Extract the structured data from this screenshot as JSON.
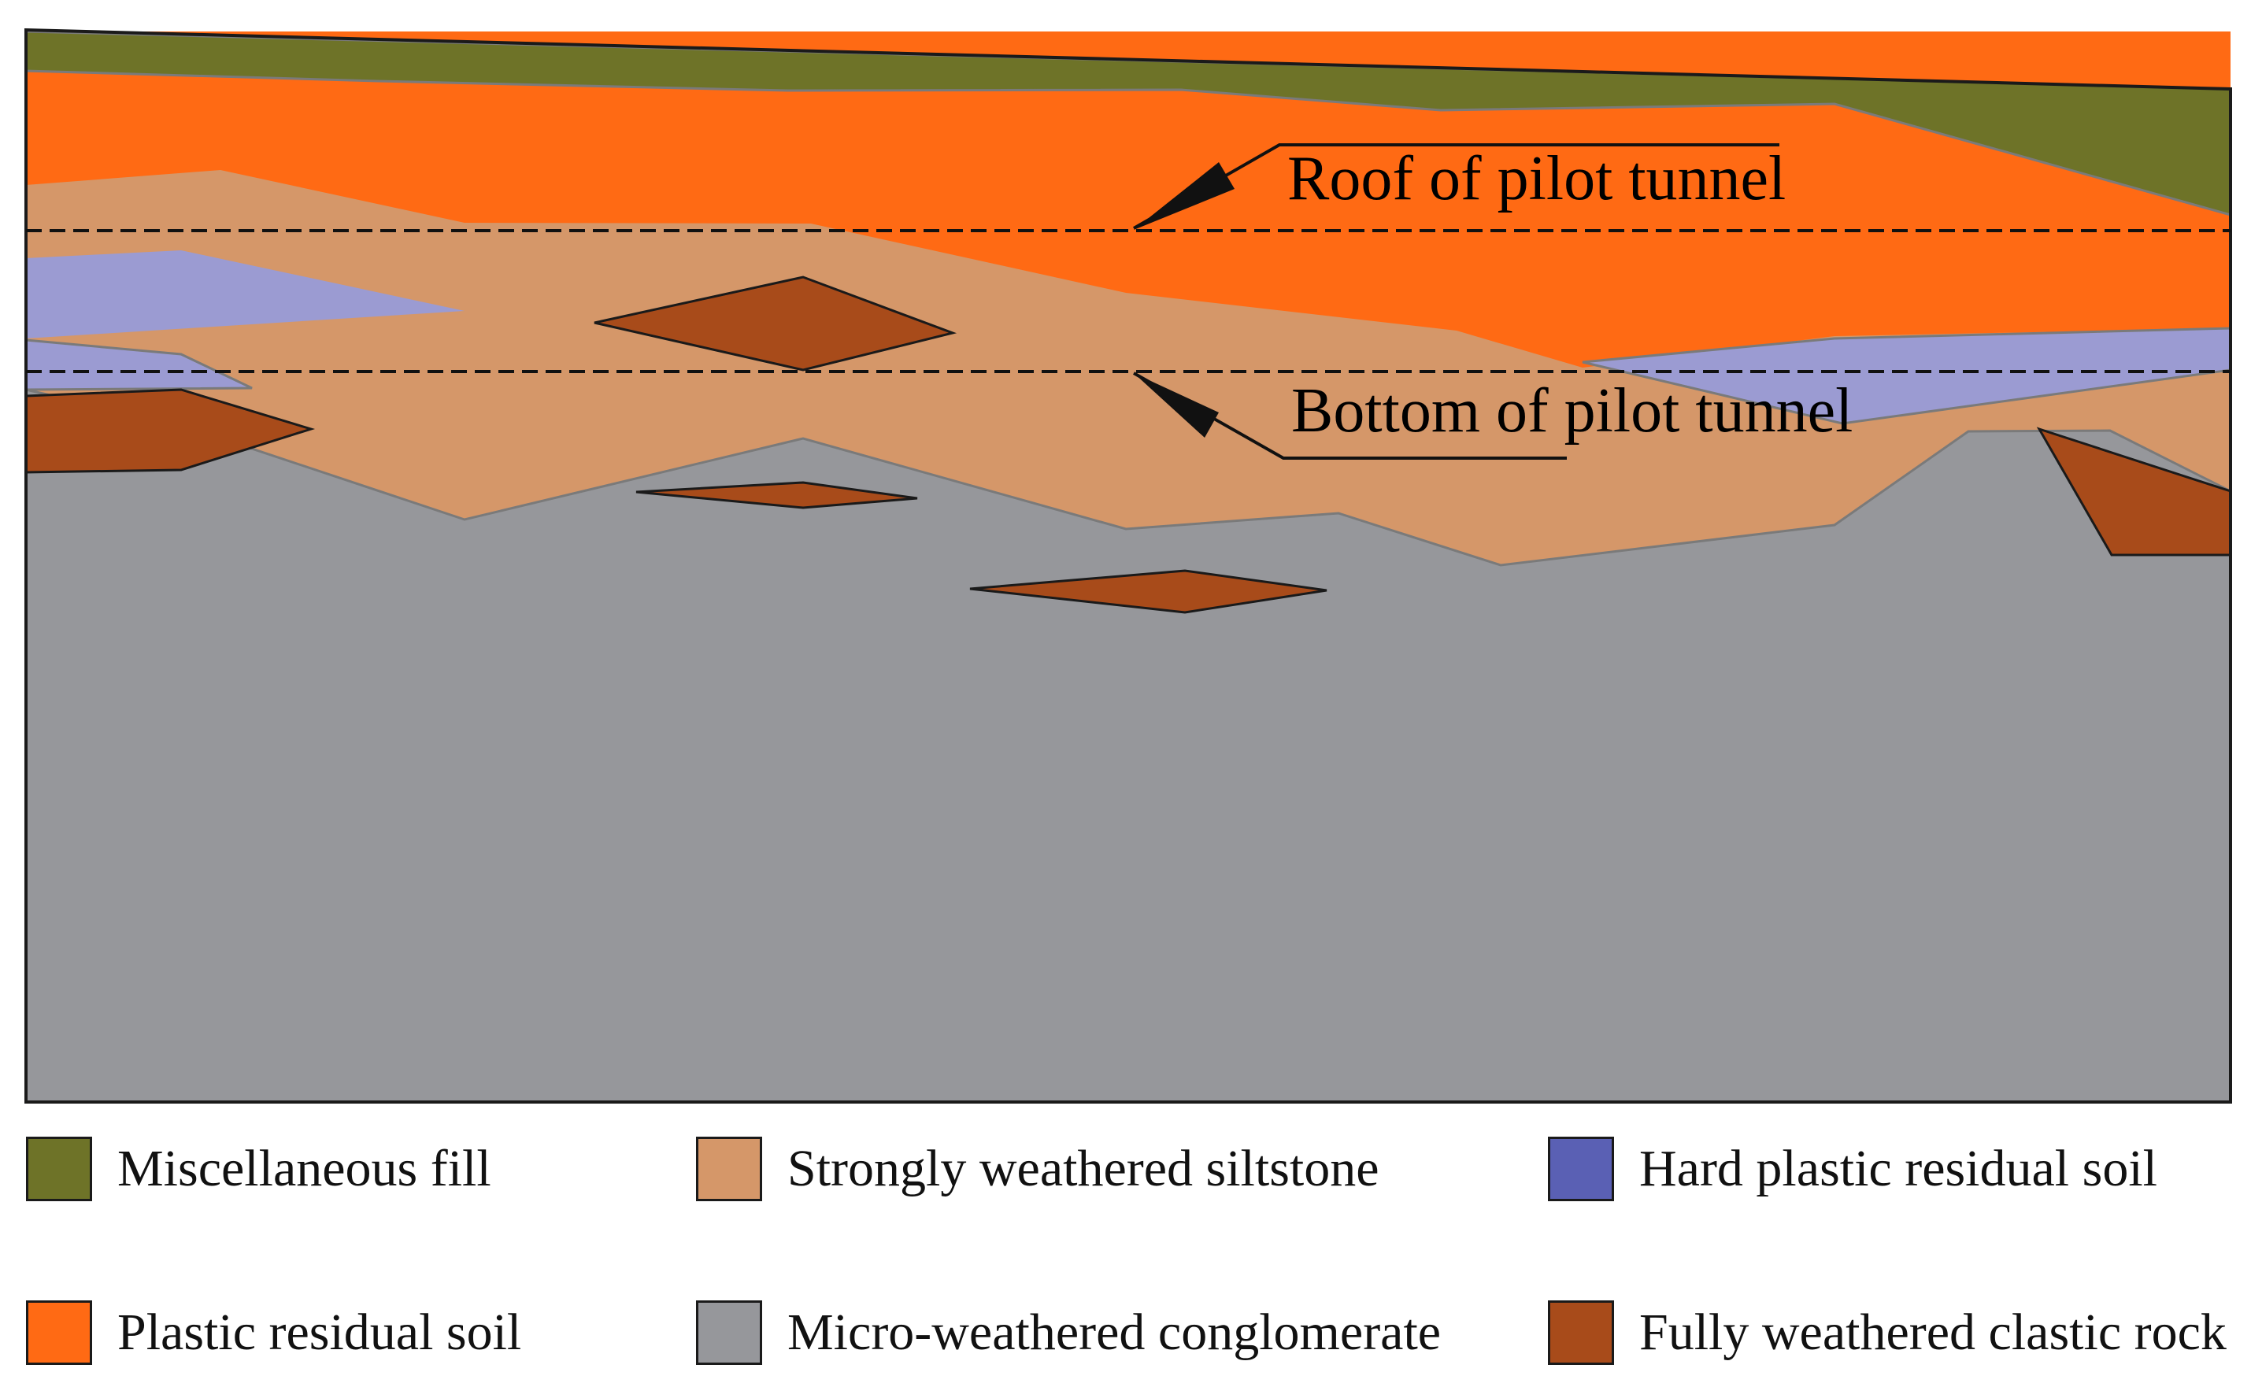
{
  "annotations": {
    "roof_label": "Roof of pilot tunnel",
    "bottom_label": "Bottom of pilot tunnel"
  },
  "colors": {
    "miscellaneous_fill": "#6e7328",
    "plastic_residual_soil": "#ff6a14",
    "strongly_weathered_siltstone": "#d59769",
    "micro_weathered_conglomerate": "#96979b",
    "hard_plastic_residual_soil": "#9b9bd2",
    "hard_plastic_residual_soil_legend": "#5a60b4",
    "fully_weathered_clastic_rock": "#a84b1a"
  },
  "legend": {
    "items": [
      {
        "label": "Miscellaneous fill",
        "color": "#6e7328"
      },
      {
        "label": "Strongly weathered siltstone",
        "color": "#d59769"
      },
      {
        "label": "Hard plastic residual soil",
        "color": "#5a60b4"
      },
      {
        "label": "Plastic residual soil",
        "color": "#ff6a14"
      },
      {
        "label": "Micro-weathered conglomerate",
        "color": "#96979b"
      },
      {
        "label": "Fully weathered clastic rock",
        "color": "#a84b1a"
      }
    ]
  }
}
